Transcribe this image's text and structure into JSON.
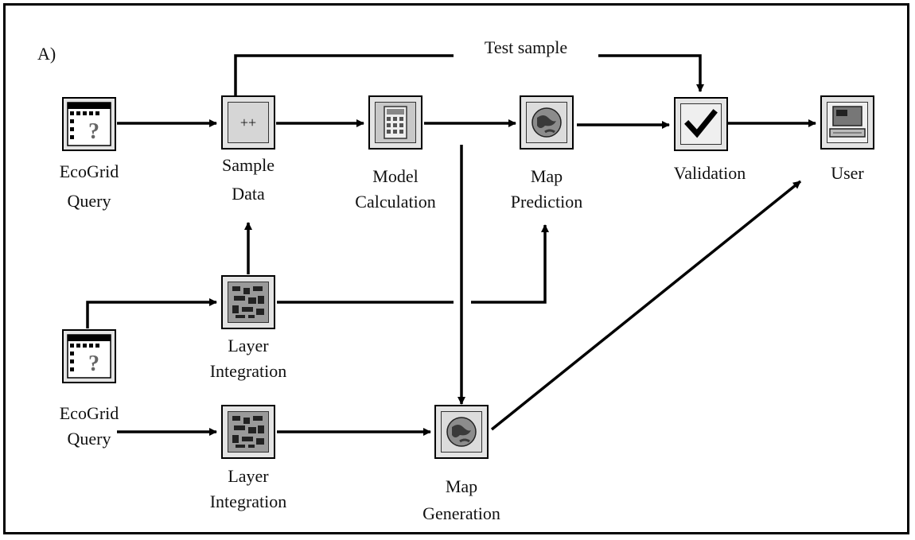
{
  "panel_label": "A)",
  "test_sample_label": "Test sample",
  "nodes": {
    "ecogrid_query_1": [
      "EcoGrid",
      "Query"
    ],
    "sample_data": [
      "Sample",
      "Data"
    ],
    "model_calculation": [
      "Model",
      "Calculation"
    ],
    "map_prediction": [
      "Map",
      "Prediction"
    ],
    "validation": [
      "Validation"
    ],
    "user": [
      "User"
    ],
    "layer_integration_1": [
      "Layer",
      "Integration"
    ],
    "ecogrid_query_2": [
      "EcoGrid",
      "Query"
    ],
    "layer_integration_2": [
      "Layer",
      "Integration"
    ],
    "map_generation": [
      "Map",
      "Generation"
    ]
  },
  "sample_data_icon_text": "++",
  "icons": {
    "ecogrid_query_1": "grid-query-icon",
    "sample_data": "sample-data-icon",
    "model_calculation": "calculator-icon",
    "map_prediction": "globe-icon",
    "validation": "checkmark-icon",
    "user": "computer-icon",
    "layer_integration_1": "layer-map-icon",
    "ecogrid_query_2": "grid-query-icon",
    "layer_integration_2": "layer-map-icon",
    "map_generation": "globe-icon"
  }
}
